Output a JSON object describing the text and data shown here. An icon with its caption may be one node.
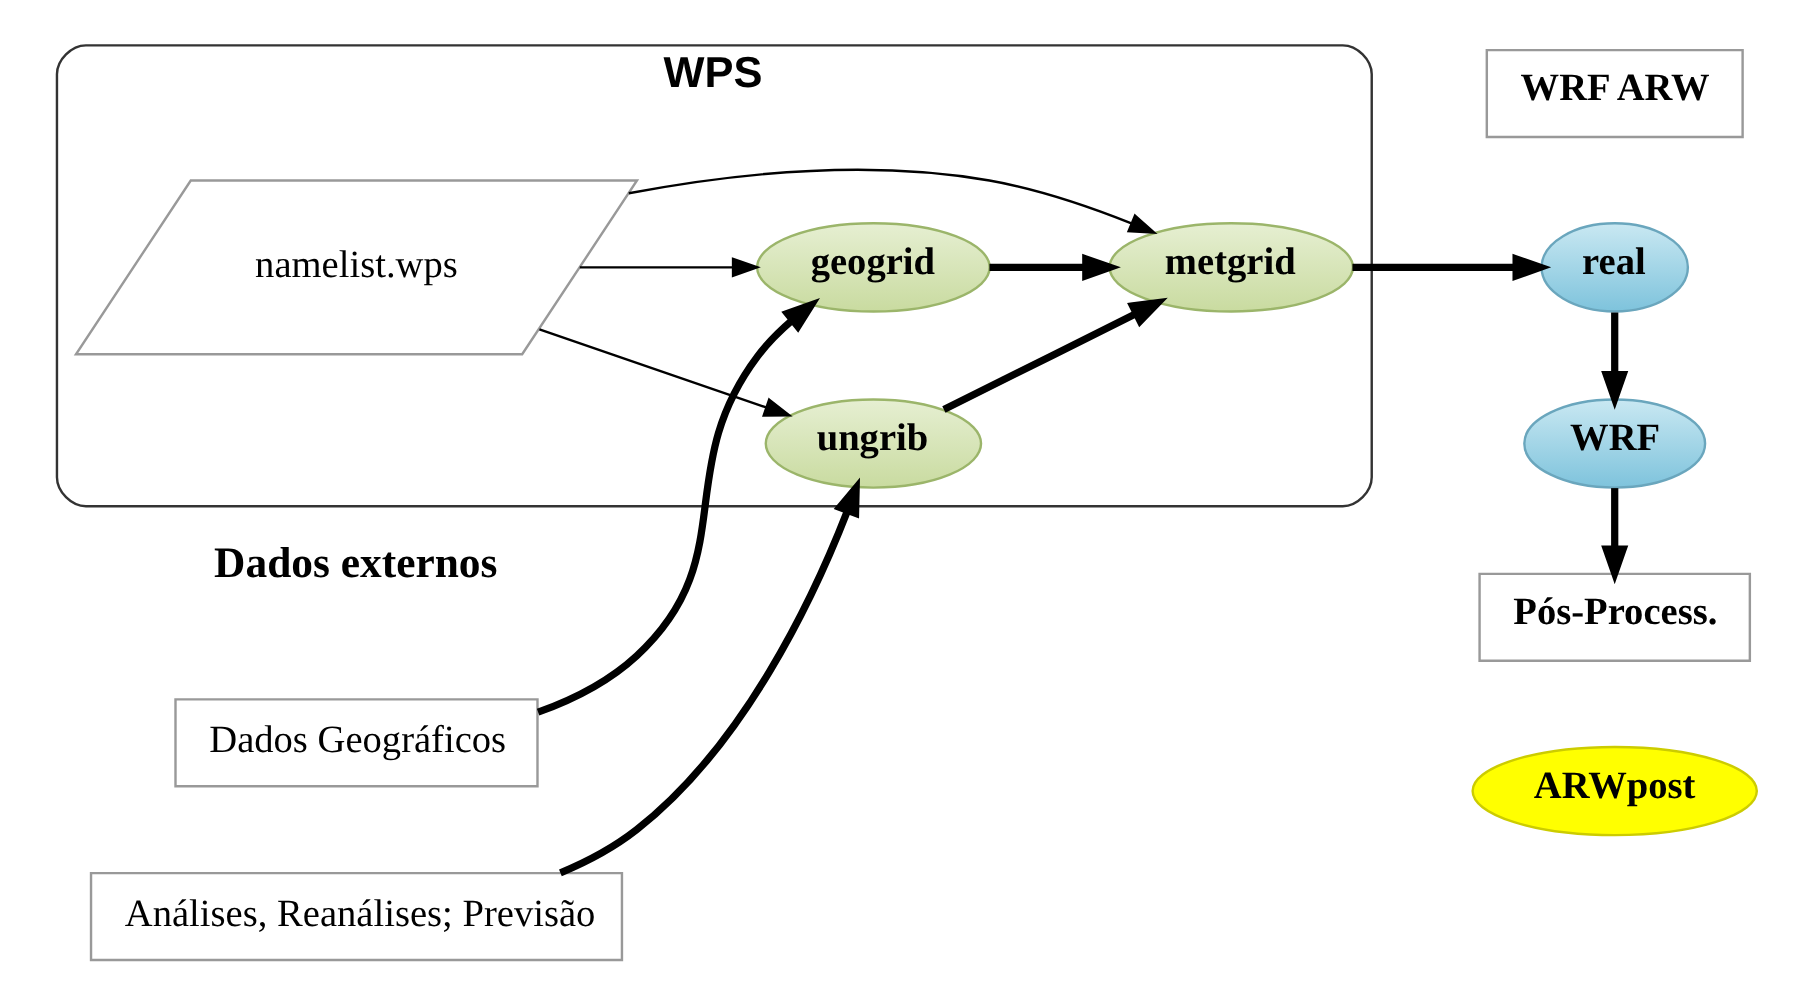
{
  "diagram": {
    "nodes": [
      {
        "text": [
          "Dados Geográficos"
        ]
      },
      {
        "text": [
          "Análises, Reanálises; Previsão"
        ]
      },
      {
        "text": [
          "WPS"
        ]
      },
      {
        "text": [
          "geogrid"
        ],
        "in": 2
      },
      {
        "text": [
          "namelist.wps"
        ],
        "in": 2
      },
      {
        "text": [
          "ungrib"
        ],
        "in": 2
      },
      {
        "text": [
          "metgrid"
        ],
        "in": 2
      },
      {
        "text": [
          "WRF ARW"
        ]
      },
      {
        "text": [
          "real"
        ]
      },
      {
        "text": [
          "WRF"
        ]
      },
      {
        "text": [
          "Pós-Process."
        ]
      },
      {
        "text": [
          "ARWpost"
        ]
      }
    ],
    "edges": [
      {
        "from": 0,
        "to": 3,
        "arrow": "to"
      },
      {
        "from": 1,
        "to": 5,
        "arrow": "to"
      },
      {
        "from": 4,
        "to": 3,
        "arrow": "to"
      },
      {
        "from": 4,
        "to": 5,
        "arrow": "to"
      },
      {
        "from": 4,
        "to": 6,
        "arrow": "to"
      },
      {
        "from": 3,
        "to": 6,
        "arrow": "to"
      },
      {
        "from": 5,
        "to": 6,
        "arrow": "to"
      },
      {
        "from": 6,
        "to": 8,
        "arrow": "to"
      },
      {
        "from": 8,
        "to": 9,
        "arrow": "to"
      },
      {
        "from": 9,
        "to": 10,
        "arrow": "to"
      }
    ],
    "labels": [
      "Dados externos"
    ]
  }
}
